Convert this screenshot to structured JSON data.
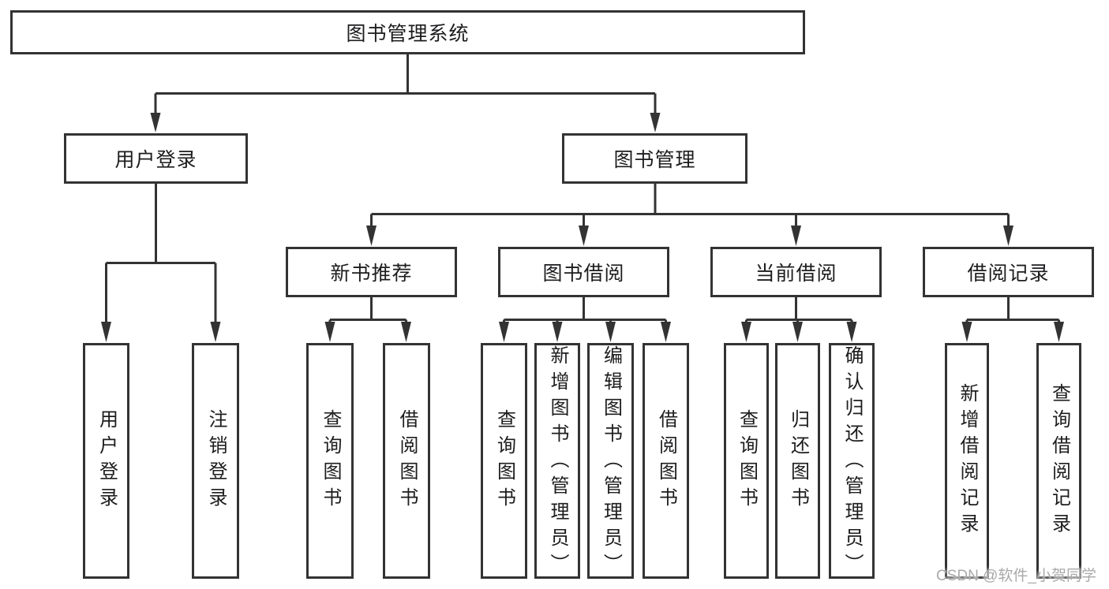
{
  "colors": {
    "background": "#ffffff",
    "line": "#333333",
    "text": "#1d1d1f",
    "watermark": "#a9a9a9"
  },
  "watermark": {
    "text": "CSDN @软件_小贺同学"
  },
  "tree": {
    "label": "图书管理系统",
    "children": [
      {
        "label": "用户登录",
        "children": [
          {
            "label": "用户登录"
          },
          {
            "label": "注销登录"
          }
        ]
      },
      {
        "label": "图书管理",
        "children": [
          {
            "label": "新书推荐",
            "children": [
              {
                "label": "查询图书"
              },
              {
                "label": "借阅图书"
              }
            ]
          },
          {
            "label": "图书借阅",
            "children": [
              {
                "label": "查询图书"
              },
              {
                "label": "新增图书（管理员）"
              },
              {
                "label": "编辑图书（管理员）"
              },
              {
                "label": "借阅图书"
              }
            ]
          },
          {
            "label": "当前借阅",
            "children": [
              {
                "label": "查询图书"
              },
              {
                "label": "归还图书"
              },
              {
                "label": "确认归还（管理员）"
              }
            ]
          },
          {
            "label": "借阅记录",
            "children": [
              {
                "label": "新增借阅记录"
              },
              {
                "label": "查询借阅记录"
              }
            ]
          }
        ]
      }
    ]
  }
}
